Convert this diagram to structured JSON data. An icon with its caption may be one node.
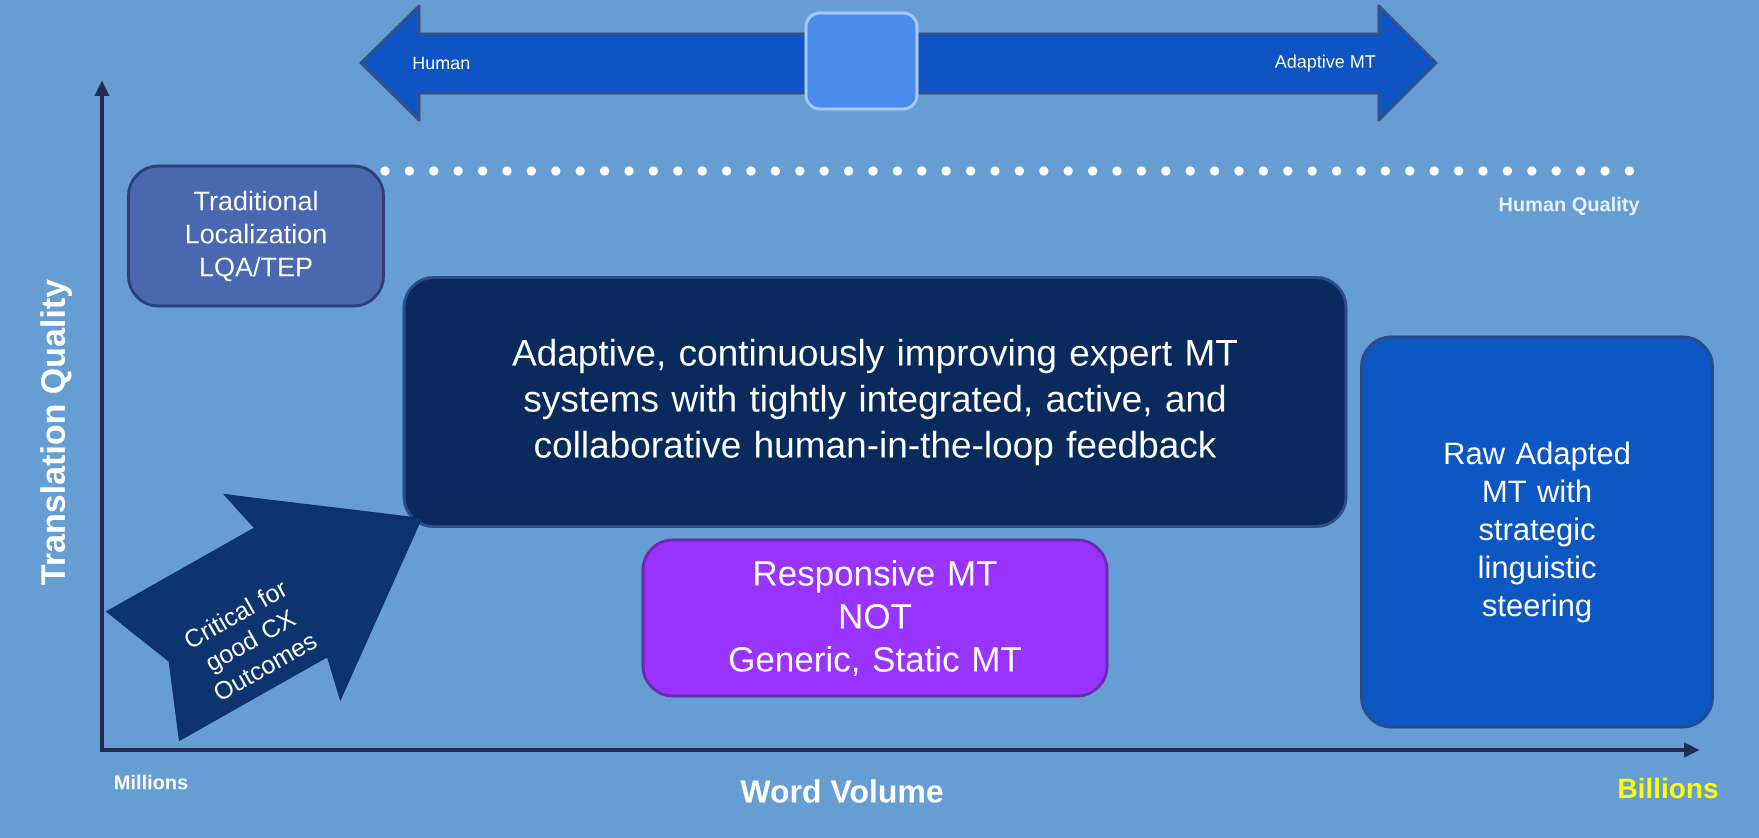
{
  "diagram": {
    "nodes": [
      {
        "text": [
          "Traditional Localization LQA/TEP"
        ]
      },
      {
        "text": [
          "Adaptive, continuously improving expert MT systems with tightly integrated, active, and collaborative human-in-the-loop feedback"
        ]
      },
      {
        "text": [
          "Responsive MT",
          "NOT",
          "Generic, Static MT"
        ]
      },
      {
        "text": [
          "Raw Adapted MT with strategic linguistic steering"
        ]
      },
      {
        "text": [
          "Critical for good CX Outcomes"
        ]
      }
    ],
    "labels": [
      "Human",
      "Adaptive MT",
      "Human Quality",
      "Translation Quality",
      "Millions",
      "Word Volume",
      "Billions"
    ]
  }
}
